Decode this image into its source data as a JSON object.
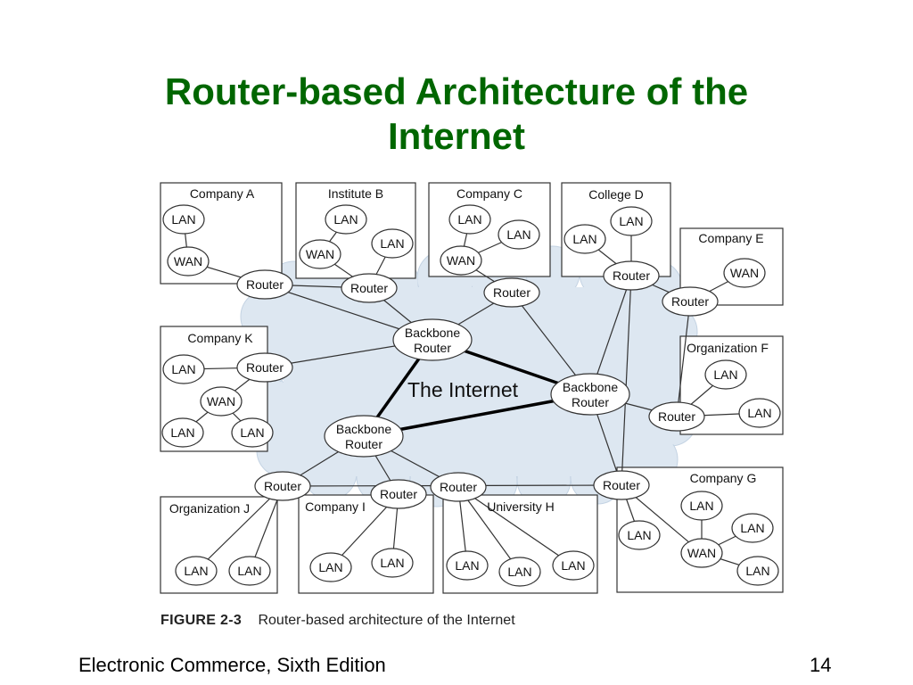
{
  "slide": {
    "title_line1": "Router-based Architecture of the",
    "title_line2": "Internet",
    "footer": "Electronic Commerce, Sixth Edition",
    "page_number": "14"
  },
  "figure": {
    "number": "FIGURE 2-3",
    "caption": "Router-based architecture of the Internet",
    "cloud_label": "The Internet",
    "colors": {
      "cloud": "#dde7f1",
      "cloud_edge": "#c4d3e3",
      "title": "#006600"
    }
  },
  "organizations": [
    {
      "id": "company-a",
      "label": "Company A"
    },
    {
      "id": "institute-b",
      "label": "Institute B"
    },
    {
      "id": "company-c",
      "label": "Company C"
    },
    {
      "id": "college-d",
      "label": "College D"
    },
    {
      "id": "company-e",
      "label": "Company E"
    },
    {
      "id": "organization-f",
      "label": "Organization F"
    },
    {
      "id": "company-g",
      "label": "Company G"
    },
    {
      "id": "university-h",
      "label": "University H"
    },
    {
      "id": "company-i",
      "label": "Company I"
    },
    {
      "id": "organization-j",
      "label": "Organization J"
    },
    {
      "id": "company-k",
      "label": "Company K"
    }
  ],
  "node_labels": {
    "router": "Router",
    "lan": "LAN",
    "wan": "WAN",
    "backbone_line1": "Backbone",
    "backbone_line2": "Router"
  }
}
